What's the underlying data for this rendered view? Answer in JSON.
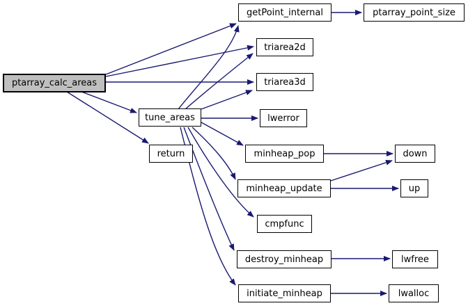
{
  "diagram": {
    "type": "call-graph",
    "colors": {
      "edge": "#191970",
      "node_border": "#000000",
      "node_fill": "#ffffff",
      "highlight_fill": "#bfbfbf",
      "text": "#000000"
    },
    "nodes": {
      "ptarray_calc_areas": {
        "label": "ptarray_calc_areas",
        "highlighted": true
      },
      "getPoint_internal": {
        "label": "getPoint_internal",
        "highlighted": false
      },
      "ptarray_point_size": {
        "label": "ptarray_point_size",
        "highlighted": false
      },
      "triarea2d": {
        "label": "triarea2d",
        "highlighted": false
      },
      "triarea3d": {
        "label": "triarea3d",
        "highlighted": false
      },
      "tune_areas": {
        "label": "tune_areas",
        "highlighted": false
      },
      "lwerror": {
        "label": "lwerror",
        "highlighted": false
      },
      "return": {
        "label": "return",
        "highlighted": false
      },
      "minheap_pop": {
        "label": "minheap_pop",
        "highlighted": false
      },
      "down": {
        "label": "down",
        "highlighted": false
      },
      "minheap_update": {
        "label": "minheap_update",
        "highlighted": false
      },
      "up": {
        "label": "up",
        "highlighted": false
      },
      "cmpfunc": {
        "label": "cmpfunc",
        "highlighted": false
      },
      "destroy_minheap": {
        "label": "destroy_minheap",
        "highlighted": false
      },
      "lwfree": {
        "label": "lwfree",
        "highlighted": false
      },
      "initiate_minheap": {
        "label": "initiate_minheap",
        "highlighted": false
      },
      "lwalloc": {
        "label": "lwalloc",
        "highlighted": false
      }
    },
    "edges": [
      {
        "from": "ptarray_calc_areas",
        "to": "getPoint_internal"
      },
      {
        "from": "ptarray_calc_areas",
        "to": "triarea2d"
      },
      {
        "from": "ptarray_calc_areas",
        "to": "triarea3d"
      },
      {
        "from": "ptarray_calc_areas",
        "to": "tune_areas"
      },
      {
        "from": "ptarray_calc_areas",
        "to": "return"
      },
      {
        "from": "tune_areas",
        "to": "getPoint_internal"
      },
      {
        "from": "tune_areas",
        "to": "triarea2d"
      },
      {
        "from": "tune_areas",
        "to": "triarea3d"
      },
      {
        "from": "tune_areas",
        "to": "lwerror"
      },
      {
        "from": "tune_areas",
        "to": "minheap_pop"
      },
      {
        "from": "tune_areas",
        "to": "minheap_update"
      },
      {
        "from": "tune_areas",
        "to": "cmpfunc"
      },
      {
        "from": "tune_areas",
        "to": "destroy_minheap"
      },
      {
        "from": "tune_areas",
        "to": "initiate_minheap"
      },
      {
        "from": "getPoint_internal",
        "to": "ptarray_point_size"
      },
      {
        "from": "minheap_pop",
        "to": "down"
      },
      {
        "from": "minheap_update",
        "to": "down"
      },
      {
        "from": "minheap_update",
        "to": "up"
      },
      {
        "from": "destroy_minheap",
        "to": "lwfree"
      },
      {
        "from": "initiate_minheap",
        "to": "lwalloc"
      }
    ]
  }
}
